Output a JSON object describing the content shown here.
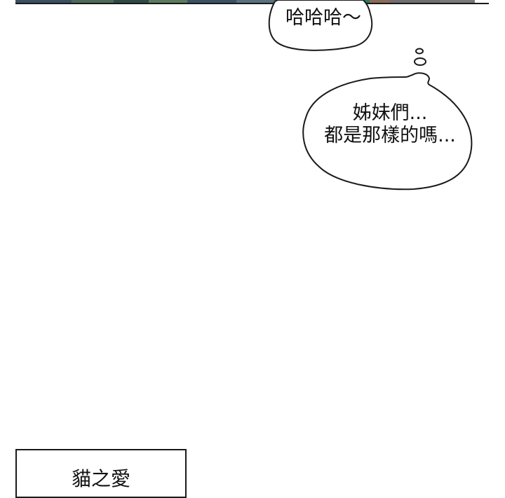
{
  "panel_strip": {
    "colors": [
      "#3b4f63",
      "#4e6a5a",
      "#2f4a44",
      "#5d7a5f",
      "#3c5166",
      "#5a7180",
      "#2f6f5a",
      "#b08c76",
      "#2b7a60",
      "#2e2e2e",
      "#7a7a7a",
      "#6f6f72"
    ]
  },
  "bubbles": {
    "laugh": {
      "text": "哈哈哈～"
    },
    "thought": {
      "line1": "姊妹們...",
      "line2": "都是那樣的嗎..."
    }
  },
  "title_box": {
    "text": "貓之愛"
  },
  "colors": {
    "ink": "#1a1a1a",
    "background": "#ffffff"
  }
}
